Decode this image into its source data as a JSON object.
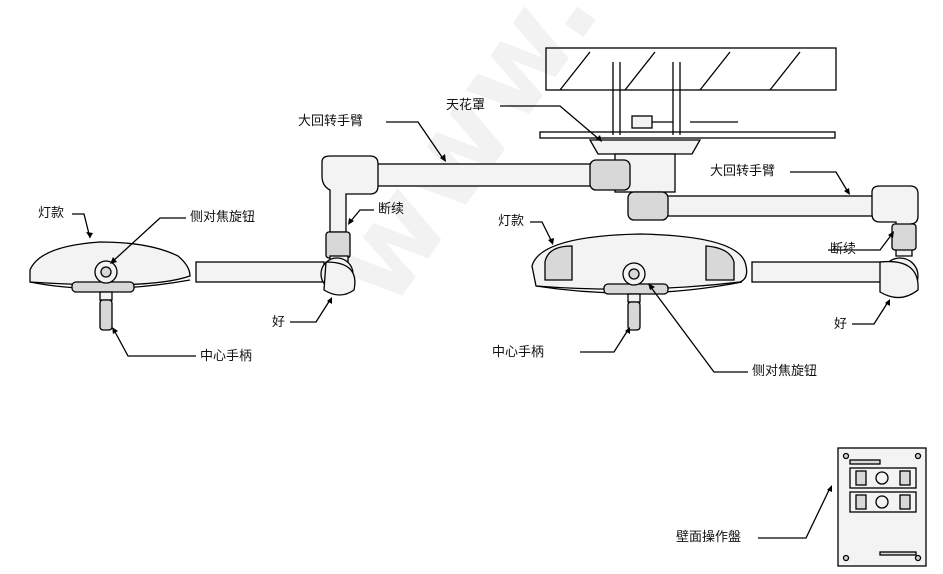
{
  "labels": {
    "lamp_left": "灯款",
    "side_focus_left": "侧对焦旋钮",
    "big_arm_left": "大回转手臂",
    "ceiling_cover": "天花罩",
    "break_left": "断续",
    "good_left": "好",
    "center_handle_left": "中心手柄",
    "lamp_right": "灯款",
    "big_arm_right": "大回转手臂",
    "break_right": "断续",
    "good_right": "好",
    "center_handle_right": "中心手柄",
    "side_focus_right": "侧对焦旋钮",
    "wall_panel": "壁面操作盤"
  },
  "watermark": "www.tra"
}
